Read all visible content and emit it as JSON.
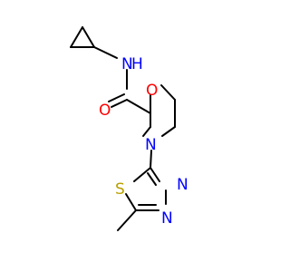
{
  "molecule": {
    "atoms": [
      {
        "symbol": "N",
        "color": "#0000ff"
      },
      {
        "symbol": "H",
        "color": "#0000ff"
      },
      {
        "symbol": "O",
        "color": "#ff0000"
      },
      {
        "symbol": "O",
        "color": "#ff0000"
      },
      {
        "symbol": "N",
        "color": "#0000ff"
      },
      {
        "symbol": "S",
        "color": "#b8a000"
      },
      {
        "symbol": "N",
        "color": "#0000ff"
      },
      {
        "symbol": "N",
        "color": "#0000ff"
      }
    ]
  }
}
